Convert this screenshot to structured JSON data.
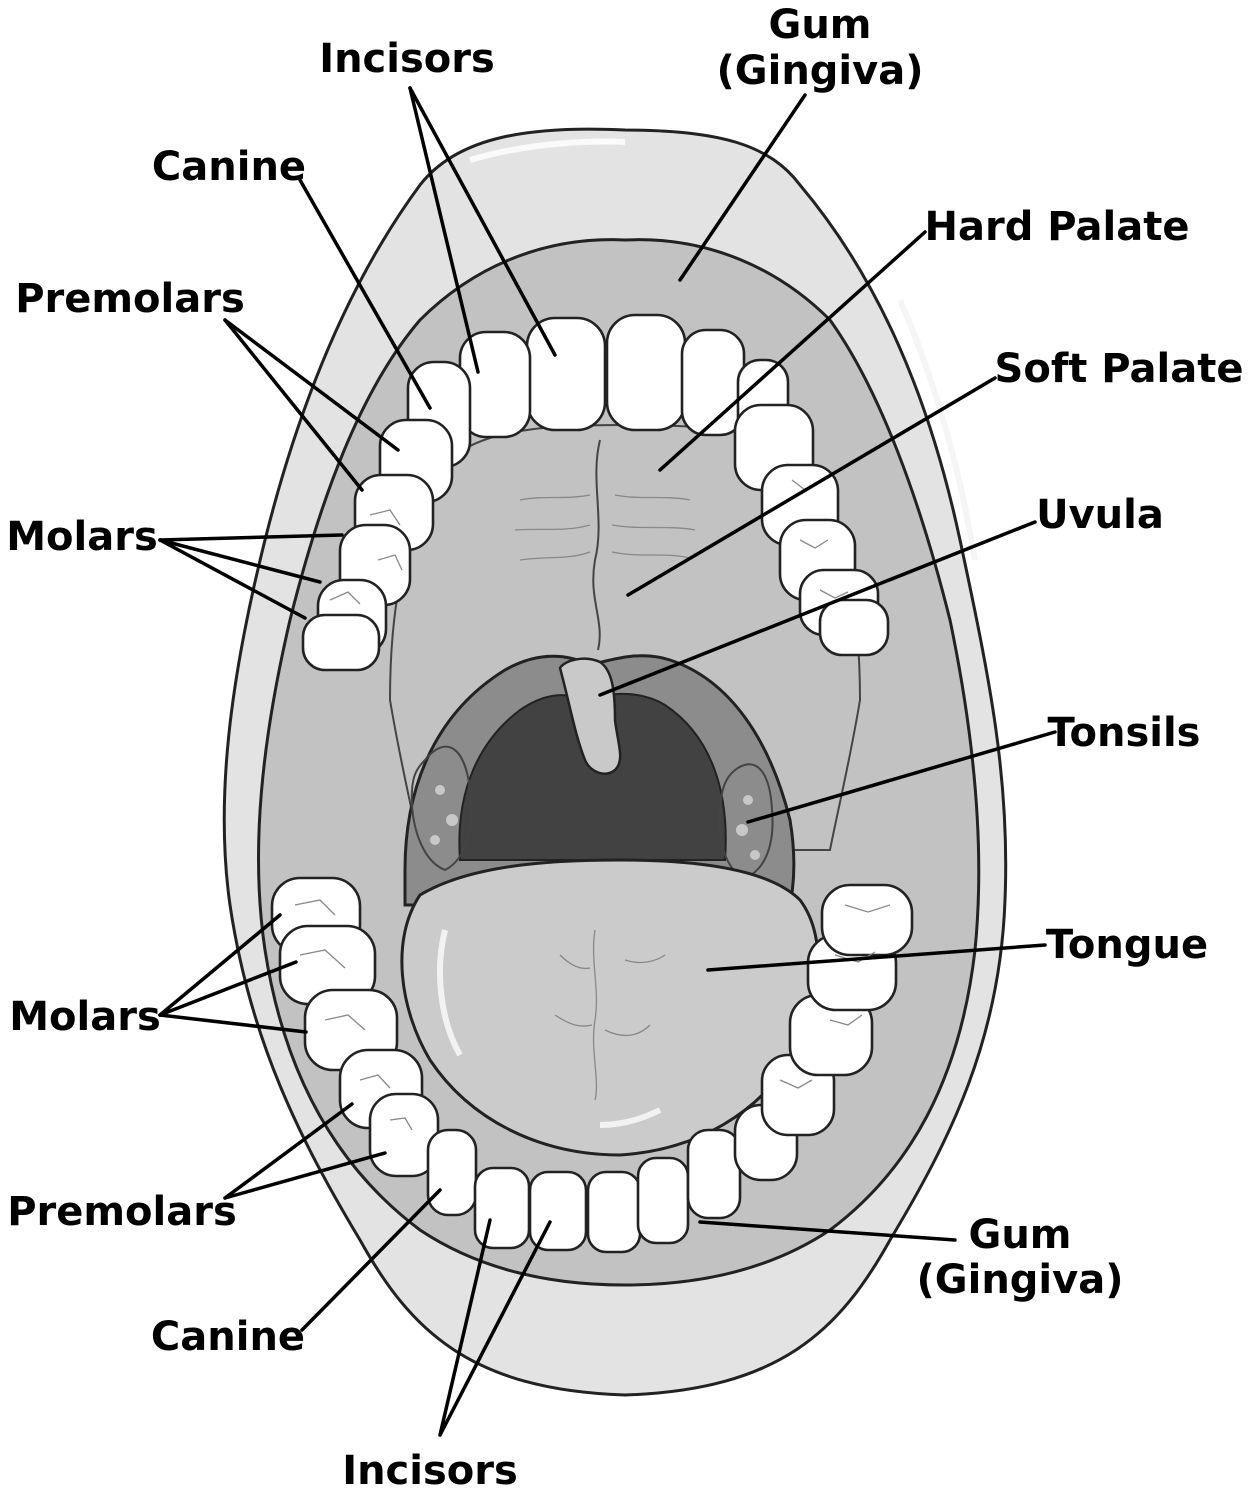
{
  "labels": {
    "gum_top_line1": "Gum",
    "gum_top_line2": "(Gingiva)",
    "incisors_top": "Incisors",
    "canine_top": "Canine",
    "premolars_top": "Premolars",
    "molars_top": "Molars",
    "hard_palate": "Hard Palate",
    "soft_palate": "Soft Palate",
    "uvula": "Uvula",
    "tonsils": "Tonsils",
    "tongue": "Tongue",
    "molars_bottom": "Molars",
    "premolars_bottom": "Premolars",
    "canine_bottom": "Canine",
    "incisors_bottom": "Incisors",
    "gum_bottom_line1": "Gum",
    "gum_bottom_line2": "(Gingiva)"
  },
  "colors": {
    "lips": "#e3e3e3",
    "gum": "#c2c2c2",
    "palate": "#b3b3b3",
    "throat_shadow": "#8c8c8c",
    "throat": "#424242",
    "tongue": "#cbcbcb",
    "teeth": "#ffffff"
  }
}
